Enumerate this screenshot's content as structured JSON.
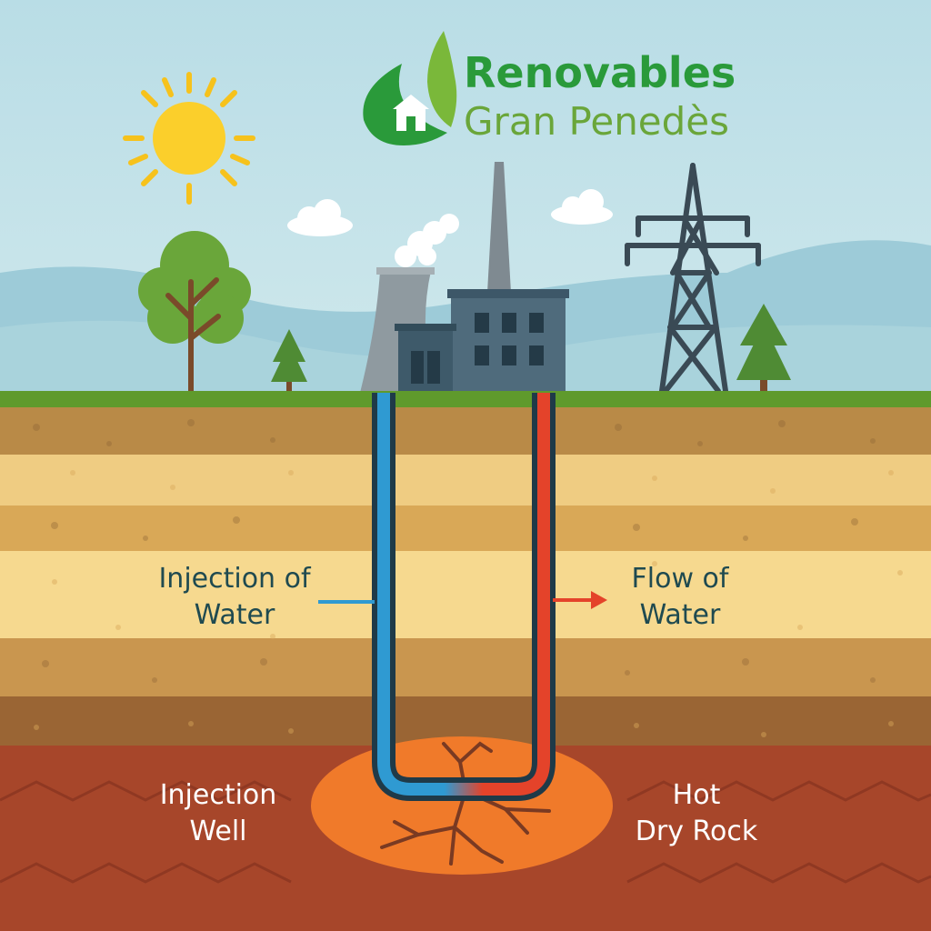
{
  "brand": {
    "title": "Renovables",
    "subtitle": "Gran Penedès",
    "logo_icon": "leaf-house-icon"
  },
  "labels": {
    "injection_of_water_line1": "Injection of",
    "injection_of_water_line2": "Water",
    "flow_of_water_line1": "Flow of",
    "flow_of_water_line2": "Water",
    "injection_well_line1": "Injection",
    "injection_well_line2": "Well",
    "hot_dry_rock_line1": "Hot",
    "hot_dry_rock_line2": "Dry Rock"
  },
  "icons": {
    "sun": "sun-icon",
    "tree": "tree-icon",
    "pine": "pine-tree-icon",
    "plant": "power-plant-icon",
    "tower": "power-tower-icon",
    "cloud": "cloud-icon"
  },
  "colors": {
    "sky": "#b8dbe4",
    "grass": "#5f9a2c",
    "cold_pipe": "#2f9ad2",
    "hot_pipe": "#e4432a",
    "hot_rock": "#a7462a",
    "heat_zone": "#f07a2a",
    "brand_green": "#2a9a3a",
    "label_dark": "#1f4a50",
    "label_light": "#ffffff"
  }
}
